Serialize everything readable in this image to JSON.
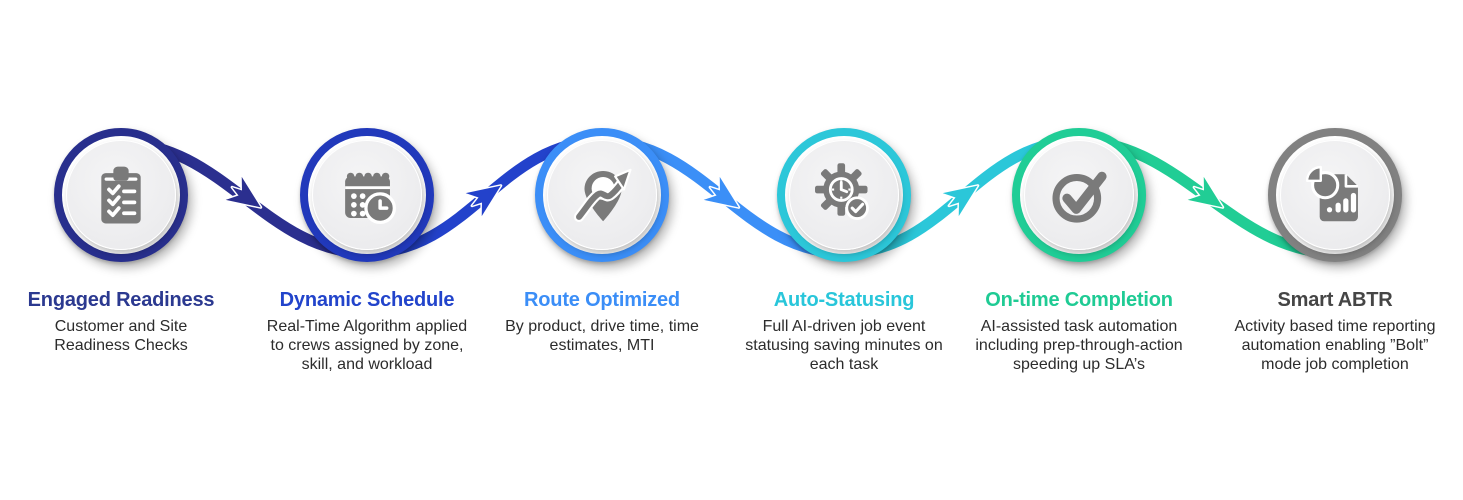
{
  "diagram": {
    "icon_color": "#7a7a7a",
    "connector_colors": [
      "#2b2f8f",
      "#2342cb",
      "#3b8ff7",
      "#2bc7d9",
      "#21cd95"
    ],
    "steps": [
      {
        "title": "Engaged Readiness",
        "description": "Customer and Site Readiness Checks",
        "accent": "#2b3990",
        "ring": "#282f8d",
        "icon": "clipboard-checklist-icon"
      },
      {
        "title": "Dynamic Schedule",
        "description": "Real-Time Algorithm applied to crews assigned by zone, skill, and workload",
        "accent": "#2244cb",
        "ring": "#2139bb",
        "icon": "calendar-clock-icon"
      },
      {
        "title": "Route Optimized",
        "description": "By product, drive time, time estimates, MTI",
        "accent": "#3b8ef7",
        "ring": "#3b8ef7",
        "icon": "route-optimization-pin-icon"
      },
      {
        "title": "Auto-Statusing",
        "description": "Full AI-driven job event statusing saving minutes on each task",
        "accent": "#29c6da",
        "ring": "#2cc7d9",
        "icon": "gear-clock-check-icon"
      },
      {
        "title": "On-time Completion",
        "description": "AI-assisted task automation including prep-through-action speeding up SLA’s",
        "accent": "#1fcb94",
        "ring": "#20cd96",
        "icon": "check-circle-icon"
      },
      {
        "title": "Smart ABTR",
        "description": "Activity based time reporting automation enabling ”Bolt” mode job completion",
        "accent": "#454545",
        "ring": "#818181",
        "icon": "report-document-icon"
      }
    ]
  }
}
